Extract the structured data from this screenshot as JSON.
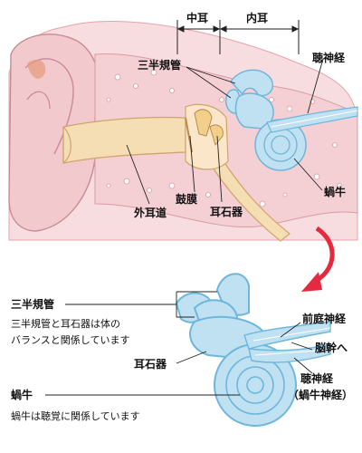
{
  "top": {
    "middle_ear": "中耳",
    "inner_ear": "内耳",
    "semicircular_canals": "三半規管",
    "auditory_nerve": "聴神経",
    "cochlea": "蝸牛",
    "eardrum": "鼓膜",
    "otolith": "耳石器",
    "ear_canal": "外耳道"
  },
  "bottom": {
    "semicircular_canals": "三半規管",
    "semicircular_desc_1": "三半規管と耳石器は体の",
    "semicircular_desc_2": "バランスと関係しています",
    "otolith": "耳石器",
    "cochlea": "蝸牛",
    "cochlea_desc": "蝸牛は聴覚に関係しています",
    "vestibular_nerve": "前庭神経",
    "to_brainstem": "脳幹へ",
    "auditory_nerve": "聴神経",
    "cochlear_nerve": "（蝸牛神経）"
  },
  "colors": {
    "skin": "#f2c9cd",
    "skin_dark": "#e6a3ad",
    "bone": "#f7d9dc",
    "canal": "#f5ddb4",
    "inner": "#bfe1f2",
    "inner_stroke": "#6fb6dc",
    "arrow": "#e52a3f"
  }
}
